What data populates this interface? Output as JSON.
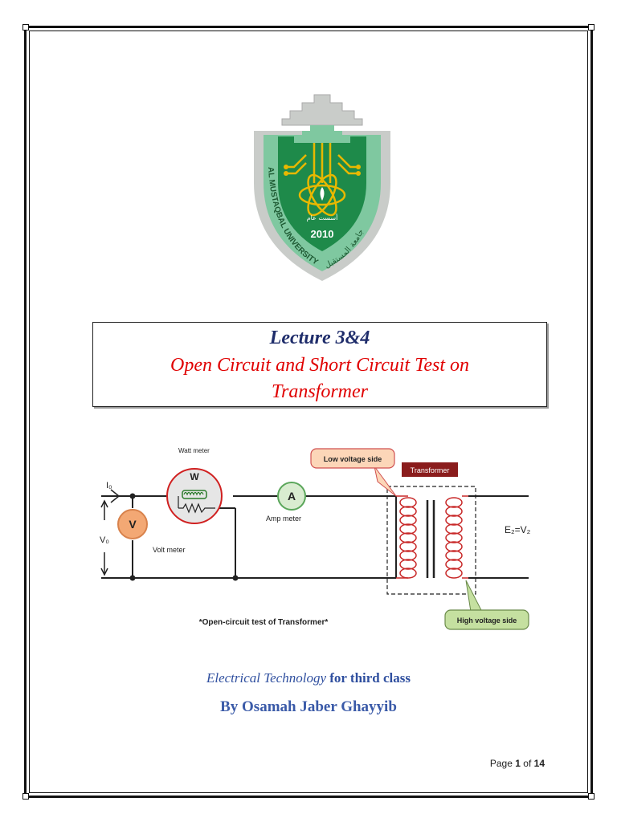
{
  "logo": {
    "university_en": "AL MUSTAQBAL UNIVERSITY",
    "university_ar": "جامعة المستقبل",
    "established_ar": "أسست عام",
    "year": "2010",
    "colors": {
      "green": "#1e8a4a",
      "light_green": "#7fc8a0",
      "gold": "#e8b800",
      "grey": "#c9ccc9"
    }
  },
  "title": {
    "lecture": "Lecture 3&4",
    "subtitle": "Open Circuit and Short Circuit Test on Transformer"
  },
  "diagram": {
    "watt_meter_label": "Watt meter",
    "watt_symbol": "W",
    "amp_symbol": "A",
    "amp_meter_label": "Amp meter",
    "volt_symbol": "V",
    "volt_meter_label": "Volt meter",
    "i0_label": "I₀",
    "v0_label": "V₀",
    "low_voltage_callout": "Low voltage side",
    "transformer_label": "Transformer",
    "e2_label": "E₂=V₂",
    "high_voltage_callout": "High voltage side",
    "caption": "*Open-circuit test of Transformer*"
  },
  "footer": {
    "course_italic": "Electrical Technology",
    "course_rest": "for third class",
    "author": "By Osamah Jaber Ghayyib",
    "page_prefix": "Page",
    "page_current": "1",
    "page_of": "of",
    "page_total": "14"
  }
}
